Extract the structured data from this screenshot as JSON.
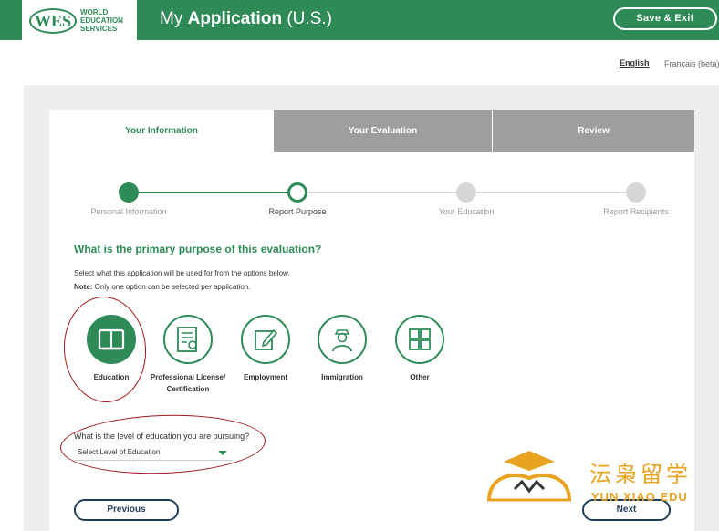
{
  "header": {
    "logo_mark": "WES",
    "logo_text": "WORLD EDUCATION SERVICES",
    "title_prefix": "My ",
    "title_bold": "Application",
    "title_suffix": " (U.S.)",
    "save_exit_label": "Save & Exit"
  },
  "language": {
    "english": "English",
    "french": "Français (beta)"
  },
  "tabs": [
    {
      "label": "Your Information",
      "active": true
    },
    {
      "label": "Your Evaluation",
      "active": false
    },
    {
      "label": "Review",
      "active": false
    }
  ],
  "steps": [
    {
      "label": "Personal Information",
      "state": "complete"
    },
    {
      "label": "Report Purpose",
      "state": "current"
    },
    {
      "label": "Your Education",
      "state": "upcoming"
    },
    {
      "label": "Report Recipients",
      "state": "upcoming"
    }
  ],
  "question": "What is the primary purpose of this evaluation?",
  "instructions": "Select what this application will be used for from the options below.",
  "note_label": "Note:",
  "note_text": " Only one option can be selected per application.",
  "options": [
    {
      "label": "Education",
      "icon": "book-icon",
      "selected": true
    },
    {
      "label": "Professional License/ Certification",
      "icon": "certificate-icon",
      "selected": false
    },
    {
      "label": "Employment",
      "icon": "edit-document-icon",
      "selected": false
    },
    {
      "label": "Immigration",
      "icon": "officer-icon",
      "selected": false
    },
    {
      "label": "Other",
      "icon": "grid-icon",
      "selected": false
    }
  ],
  "education_level": {
    "question": "What is the level of education you are pursuing?",
    "selected_value": "Select Level of Education"
  },
  "buttons": {
    "previous": "Previous",
    "next": "Next"
  },
  "watermark": {
    "chinese": "沄枭留学",
    "english": "YUN XIAO EDU"
  },
  "colors": {
    "brand_green": "#2e8b57",
    "inactive_tab": "#9e9e9e",
    "button_navy": "#1f3c5a",
    "annotation_red": "#a01818",
    "watermark_gold": "#e8a320"
  }
}
